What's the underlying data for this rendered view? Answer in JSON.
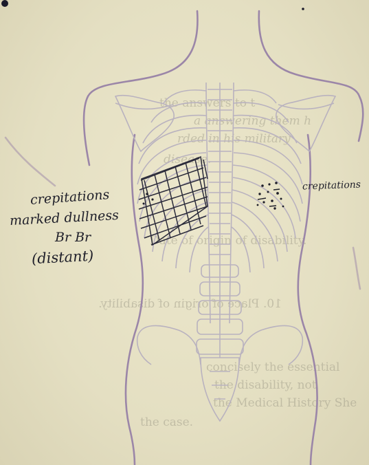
{
  "annotations": {
    "left_line1": "crepitations",
    "left_line2": "marked dullness",
    "left_line3": "Br Br",
    "left_line4": "(distant)",
    "right_line1": "crepitations"
  },
  "bleed_through": {
    "line1": "the answers to t",
    "line2": "a answering them h",
    "line3": "rded in his military",
    "line4": "disease.",
    "line5": "Date of origin of disability.",
    "line6": "10. Place of origin of disability.",
    "line7": "concisely the essential",
    "line8": "the disability, not",
    "line9": "the Medical History She",
    "line10": "the case."
  },
  "colors": {
    "paper": "#e7e2c6",
    "outline": "#9b86a8",
    "skeleton": "#b9b2bf",
    "ink": "#1f1f2a"
  }
}
